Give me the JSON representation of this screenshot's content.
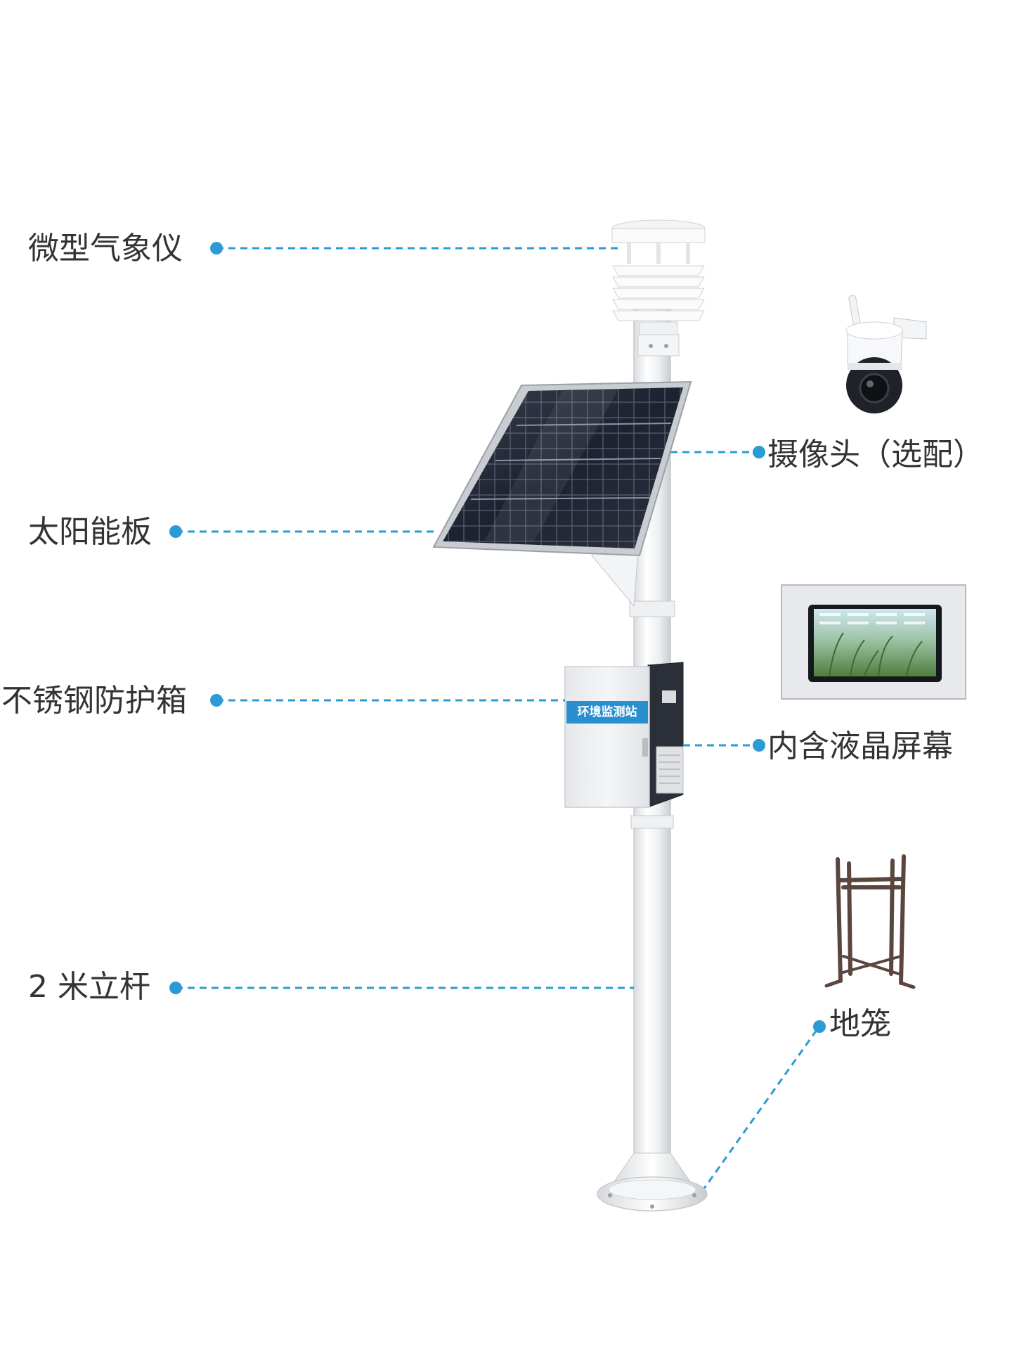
{
  "labels": {
    "weather_station": "微型气象仪",
    "solar_panel": "太阳能板",
    "stainless_box": "不锈钢防护箱",
    "pole": "2 米立杆",
    "camera": "摄像头（选配）",
    "lcd_screen": "内含液晶屏幕",
    "ground_cage": "地笼"
  },
  "box_plate": "环境监测站",
  "colors": {
    "leader_line": "#2b9bd6",
    "leader_dot": "#2b9bd6",
    "label_text": "#333333"
  }
}
